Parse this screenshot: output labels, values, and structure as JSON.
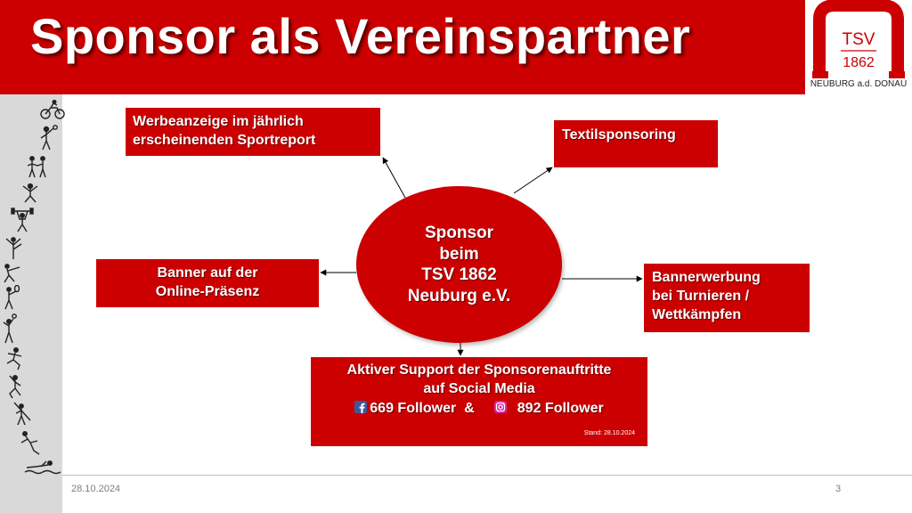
{
  "slide": {
    "title": "Sponsor als Vereinspartner",
    "accent_color": "#cc0000",
    "logo": {
      "mark": "n",
      "club": "TSV",
      "year": "1862",
      "subtitle": "NEUBURG a.d. DONAU"
    }
  },
  "diagram": {
    "center": {
      "lines": [
        "Sponsor",
        "beim",
        "TSV 1862",
        "Neuburg e.V."
      ]
    },
    "nodes": {
      "werbeanzeige": {
        "lines": [
          "Werbeanzeige im jährlich",
          "erscheinenden Sportreport"
        ]
      },
      "textil": {
        "lines": [
          "Textilsponsoring"
        ]
      },
      "banner": {
        "lines": [
          "Banner auf der",
          "Online-Präsenz"
        ]
      },
      "turniere": {
        "lines": [
          "Bannerwerbung",
          "bei Turnieren /",
          "Wettkämpfen"
        ]
      },
      "social": {
        "lines": [
          "Aktiver Support der Sponsorenauftritte",
          "auf Social Media"
        ],
        "facebook_icon": "facebook-icon",
        "facebook_text": "669 Follower",
        "separator": "&",
        "instagram_icon": "instagram-icon",
        "instagram_text": "892 Follower",
        "stand": "Stand: 28.10.2024"
      }
    }
  },
  "sidebar": {
    "icons": [
      "cyclist-icon",
      "basketball-icon",
      "dancers-icon",
      "gymnast-icon",
      "weightlifter-icon",
      "ballet-icon",
      "fencer-icon",
      "tennis-icon",
      "volleyball-icon",
      "runner-icon",
      "climber-icon",
      "javelin-icon",
      "swimmer-icon"
    ]
  },
  "footer": {
    "date": "28.10.2024",
    "page": "3"
  }
}
